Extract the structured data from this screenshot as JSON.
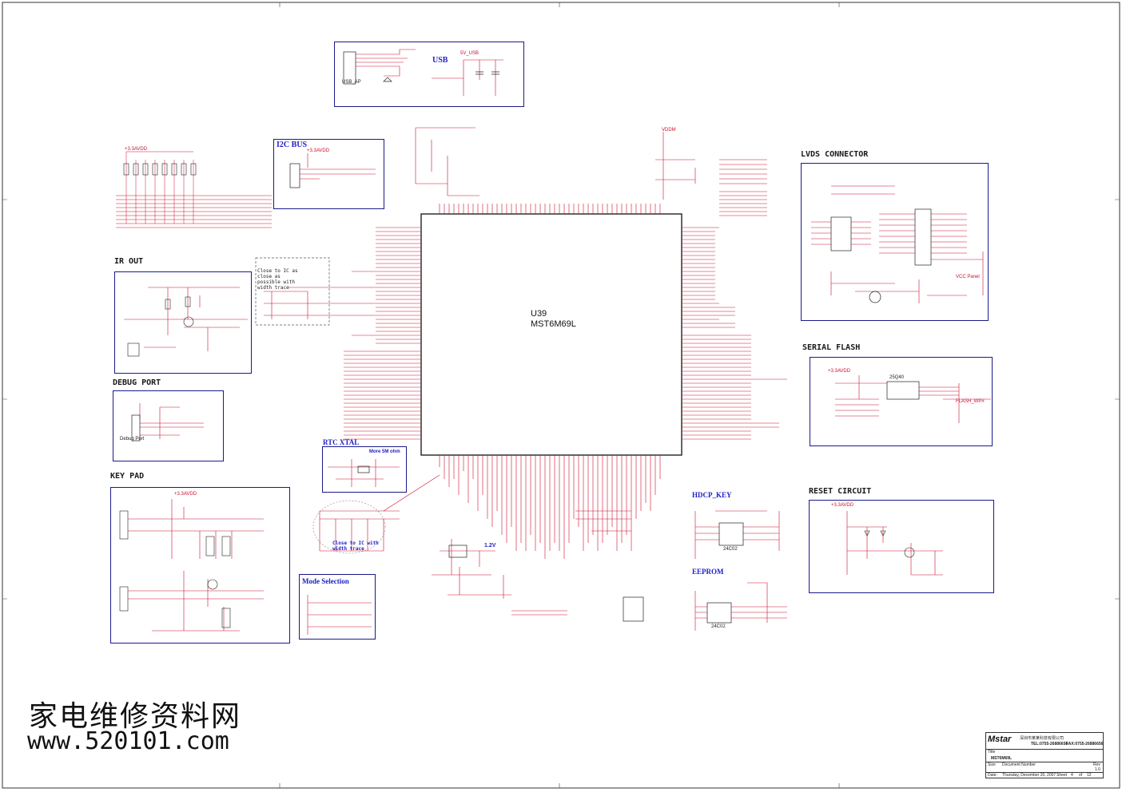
{
  "sections": {
    "usb": "USB",
    "i2c_bus": "I2C BUS",
    "ir_out": "IR OUT",
    "debug_port": "DEBUG PORT",
    "key_pad": "KEY PAD",
    "lvds_connector": "LVDS CONNECTOR",
    "serial_flash": "SERIAL FLASH",
    "reset_circuit": "RESET CIRCUIT",
    "rtc_xtal": "RTC XTAL",
    "mode_selection": "Mode Selection",
    "hdcp_key": "HDCP_KEY",
    "eeprom": "EEPROM"
  },
  "main_chip": {
    "ref": "U39",
    "part": "MST6M69L"
  },
  "notes": {
    "close_to_ic_1": "Close to IC as close as possible with width trace",
    "close_to_ic_2": "Close to IC with width trace",
    "rtc_note": "More 5M ohm",
    "debug_sub": "Debug Port",
    "net_1v2": "1.2V"
  },
  "labels": {
    "vdd_33": "+3.3AVDD",
    "usb_5v": "5V_USB",
    "vddm": "VDDM",
    "vcc_panel": "VCC Panel",
    "usb_conn": "USB_AP",
    "flash_wp": "FLASH_WP#",
    "serial_flash_part": "25Q40",
    "eeprom_part": "24C02",
    "hdcp_part": "24C02"
  },
  "title_block": {
    "logo": "Mstar",
    "company_line": "深圳市某某科技有限公司",
    "tel": "TEL:0755-26886656",
    "fax": "FAX:0755-26886656",
    "title_label": "Title",
    "title_value": "MST6M69L",
    "size_label": "Size",
    "doc_label": "Document Number",
    "rev_label": "Rev",
    "rev_value": "1.0",
    "date_label": "Date:",
    "date_value": "Thursday, December 20, 2007",
    "sheet_label": "Sheet",
    "sheet_value": "4",
    "of_label": "of",
    "of_value": "12"
  },
  "watermark": {
    "cn": "家电维修资料网",
    "url": "www.520101.com"
  }
}
